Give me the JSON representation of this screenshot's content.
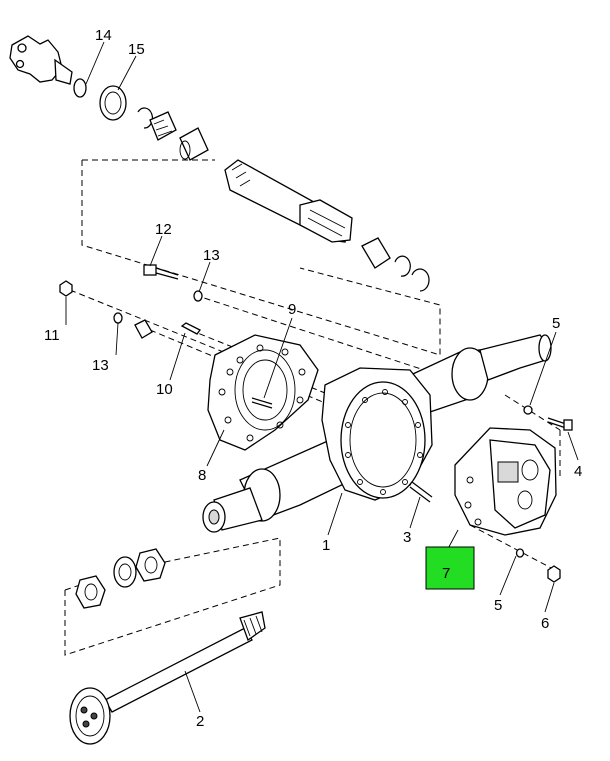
{
  "callouts": [
    {
      "id": "1",
      "label": "1"
    },
    {
      "id": "2",
      "label": "2"
    },
    {
      "id": "3",
      "label": "3"
    },
    {
      "id": "4",
      "label": "4"
    },
    {
      "id": "5a",
      "label": "5"
    },
    {
      "id": "5b",
      "label": "5"
    },
    {
      "id": "6",
      "label": "6"
    },
    {
      "id": "7",
      "label": "7",
      "highlighted": true
    },
    {
      "id": "8",
      "label": "8"
    },
    {
      "id": "9",
      "label": "9"
    },
    {
      "id": "10",
      "label": "10"
    },
    {
      "id": "11",
      "label": "11"
    },
    {
      "id": "12",
      "label": "12"
    },
    {
      "id": "13a",
      "label": "13"
    },
    {
      "id": "13b",
      "label": "13"
    },
    {
      "id": "14",
      "label": "14"
    },
    {
      "id": "15",
      "label": "15"
    }
  ],
  "colors": {
    "highlight": "#22dd22",
    "line": "#000000",
    "background": "#ffffff"
  }
}
